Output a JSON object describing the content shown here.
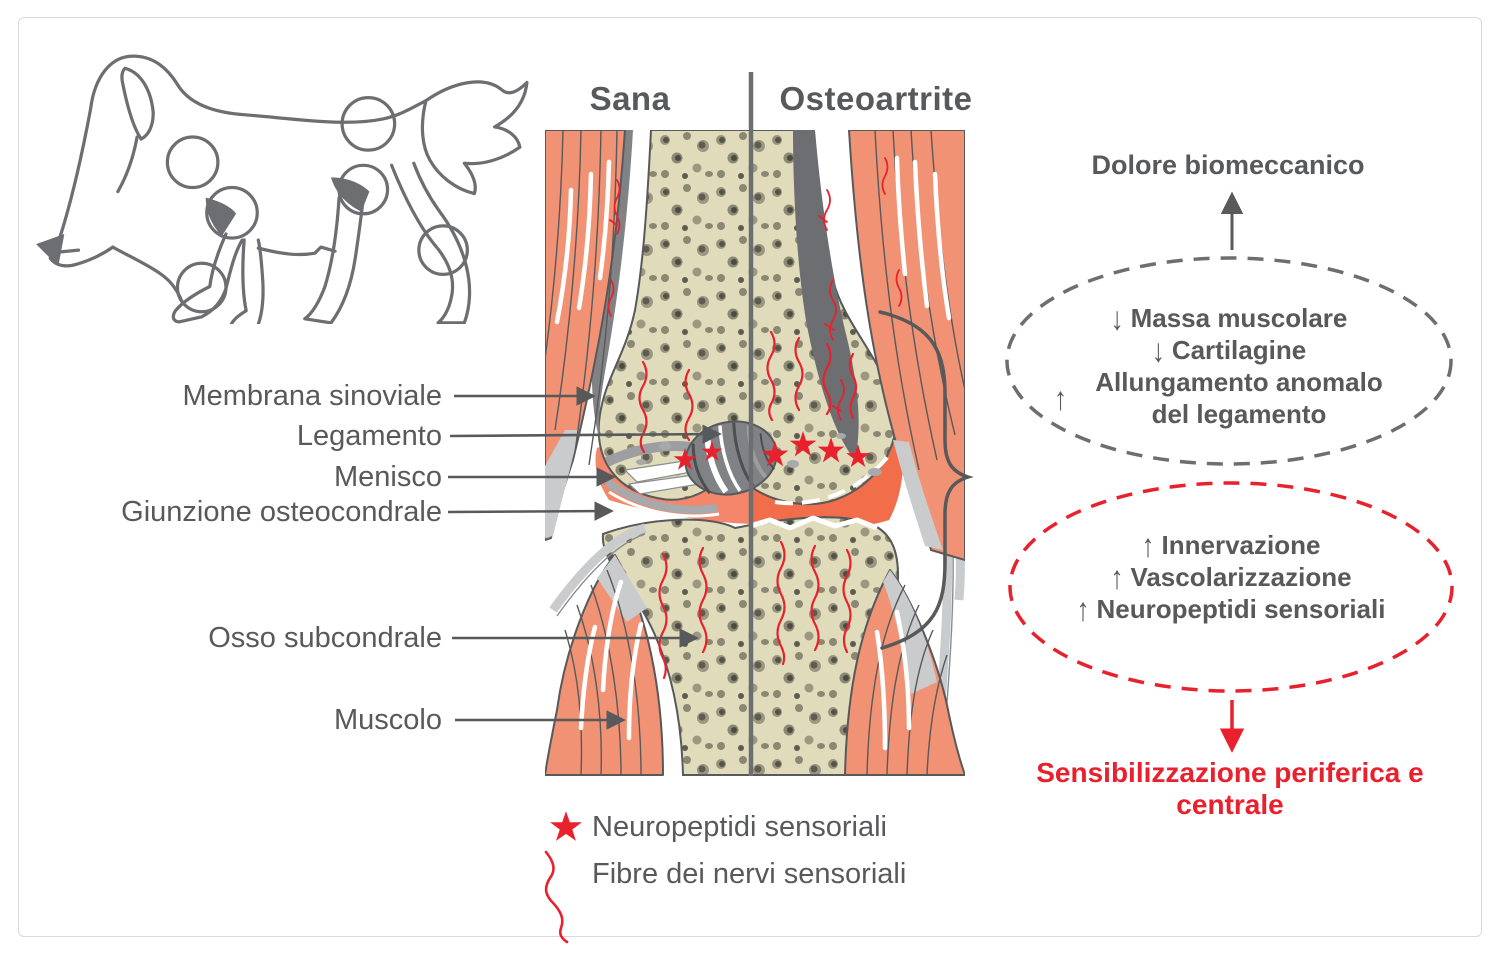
{
  "colors": {
    "accent_red": "#e8212d",
    "text_gray": "#58595b",
    "outline_gray": "#6d6e71",
    "muscle_salmon": "#f19274",
    "bone_beige": "#e0dbba",
    "inflamed_orange": "#f2714e"
  },
  "comparison": {
    "left_header": "Sana",
    "right_header": "Osteoartrite"
  },
  "anatomy_labels": {
    "membrana": "Membrana sinoviale",
    "legamento": "Legamento",
    "menisco": "Menisco",
    "giunzione": "Giunzione osteocondrale",
    "osso": "Osso subcondrale",
    "muscolo": "Muscolo"
  },
  "flow": {
    "top_outcome": "Dolore biomeccanico",
    "structural_changes": [
      {
        "arrow": "↓",
        "text": "Massa muscolare"
      },
      {
        "arrow": "↓",
        "text": "Cartilagine"
      },
      {
        "arrow": "↑",
        "text": "Allungamento anomalo del legamento"
      }
    ],
    "neuro_changes": [
      {
        "arrow": "↑",
        "text": "Innervazione"
      },
      {
        "arrow": "↑",
        "text": "Vascolarizzazione"
      },
      {
        "arrow": "↑",
        "text": "Neuropeptidi sensoriali"
      }
    ],
    "bottom_outcome": "Sensibilizzazione periferica e centrale"
  },
  "legend": [
    {
      "icon": "star-icon",
      "label": "Neuropeptidi sensoriali"
    },
    {
      "icon": "nerve-fiber-icon",
      "label": "Fibre dei nervi sensoriali"
    }
  ]
}
